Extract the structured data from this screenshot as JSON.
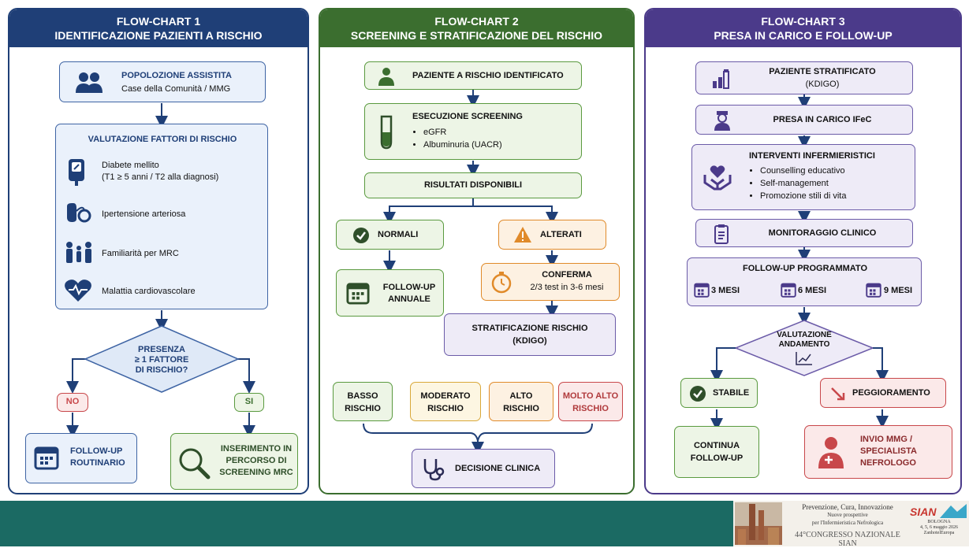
{
  "fc1": {
    "title_1": "FLOW-CHART 1",
    "title_2": "IDENTIFICAZIONE PAZIENTI A RISCHIO",
    "pop_title": "POPOLOZIONE ASSISTITA",
    "pop_sub": "Case della Comunità / MMG",
    "val_title": "VALUTAZIONE FATTORI DI RISCHIO",
    "risk1_a": "Diabete mellito",
    "risk1_b": "(T1 ≥ 5 anni / T2 alla diagnosi)",
    "risk2": "Ipertensione arteriosa",
    "risk3": "Familiarità per MRC",
    "risk4": "Malattia cardiovascolare",
    "diamond_1": "PRESENZA",
    "diamond_2": "≥ 1 FATTORE",
    "diamond_3": "DI RISCHIO?",
    "no": "NO",
    "si": "SI",
    "fu_1": "FOLLOW-UP",
    "fu_2": "ROUTINARIO",
    "ins_1": "INSERIMENTO IN",
    "ins_2": "PERCORSO DI",
    "ins_3": "SCREENING MRC"
  },
  "fc2": {
    "title_1": "FLOW-CHART 2",
    "title_2": "SCREENING E STRATIFICAZIONE DEL RISCHIO",
    "paz": "PAZIENTE A RISCHIO IDENTIFICATO",
    "esec": "ESECUZIONE SCREENING",
    "esec_items": [
      "eGFR",
      "Albuminuria (UACR)"
    ],
    "risultati": "RISULTATI DISPONIBILI",
    "normali": "NORMALI",
    "alterati": "ALTERATI",
    "fu_1": "FOLLOW-UP",
    "fu_2": "ANNUALE",
    "conferma": "CONFERMA",
    "conferma_sub": "2/3 test in 3-6 mesi",
    "strat_1": "STRATIFICAZIONE RISCHIO",
    "strat_2": "(KDIGO)",
    "basso_1": "BASSO",
    "basso_2": "RISCHIO",
    "mod_1": "MODERATO",
    "mod_2": "RISCHIO",
    "alto_1": "ALTO",
    "alto_2": "RISCHIO",
    "molto_1": "MOLTO ALTO",
    "molto_2": "RISCHIO",
    "decisione": "DECISIONE CLINICA"
  },
  "fc3": {
    "title_1": "FLOW-CHART 3",
    "title_2": "PRESA IN CARICO E FOLLOW-UP",
    "paz_1": "PAZIENTE STRATIFICATO",
    "paz_2": "(KDIGO)",
    "presa": "PRESA IN CARICO IFeC",
    "interventi": "INTERVENTI INFERMIERISTICI",
    "interventi_items": [
      "Counselling educativo",
      "Self-management",
      "Promozione stili di vita"
    ],
    "monit": "MONITORAGGIO CLINICO",
    "fu_prog": "FOLLOW-UP PROGRAMMATO",
    "m3": "3 MESI",
    "m6": "6 MESI",
    "m9": "9 MESI",
    "val_1": "VALUTAZIONE",
    "val_2": "ANDAMENTO",
    "stabile": "STABILE",
    "pegg": "PEGGIORAMENTO",
    "cont_1": "CONTINUA",
    "cont_2": "FOLLOW-UP",
    "invio_1": "INVIO MMG /",
    "invio_2": "SPECIALISTA",
    "invio_3": "NEFROLOGO"
  },
  "footer": {
    "line1": "Prevenzione, Cura, Innovazione",
    "line2": "Nuove prospettive",
    "line3": "per l'Infermieristica Nefrologica",
    "congress": "44°CONGRESSO NAZIONALE SIAN",
    "logo": "SIAN",
    "city": "BOLOGNA",
    "dates": "4, 5, 6 maggio 2026",
    "venue": "ZanhotelEuropa"
  },
  "colors": {
    "fc1": "#1f3f77",
    "fc2": "#3b6e2f",
    "fc3": "#4b3a8a",
    "footer": "#1b6a63"
  }
}
